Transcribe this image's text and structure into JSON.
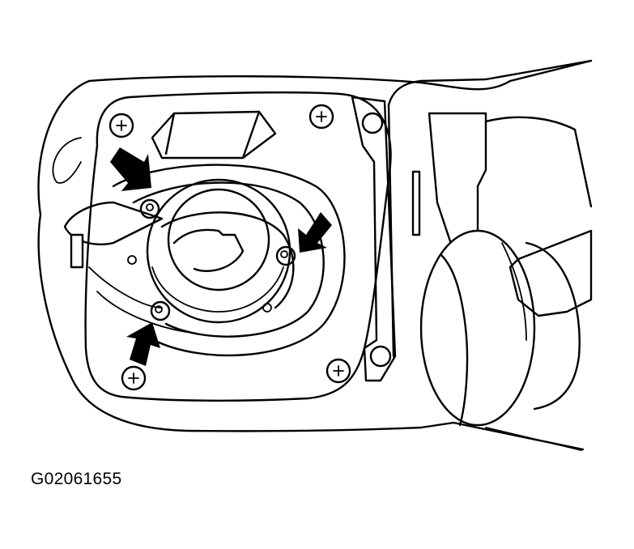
{
  "figure": {
    "caption": "G02061655",
    "ink_color": "#000000",
    "paper_color": "#ffffff",
    "arrows": [
      {
        "name": "arrow-upper-left",
        "points_to": "fastener-upper-left"
      },
      {
        "name": "arrow-right",
        "points_to": "fastener-right"
      },
      {
        "name": "arrow-lower-left",
        "points_to": "fastener-lower"
      }
    ]
  }
}
